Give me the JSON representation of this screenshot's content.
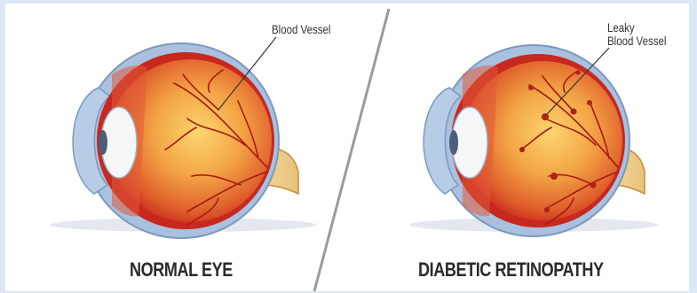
{
  "left_panel": {
    "caption": "NORMAL EYE",
    "callout": "Blood Vessel"
  },
  "right_panel": {
    "caption": "DIABETIC RETINOPATHY",
    "callout_line1": "Leaky",
    "callout_line2": "Blood Vessel"
  },
  "colors": {
    "background": "#dde7f7",
    "sclera": "#9fb8d8",
    "retina_red": "#c8281e",
    "interior_center": "#f7c85e",
    "iris": "#4b5e7a",
    "optic_nerve": "#f0d8a8",
    "vessel": "#a51a14",
    "leak_spot": "#b0201a",
    "divider": "#9a9a9a",
    "caption_text": "#2a2a2a"
  },
  "icons": [
    "normal-eye-illustration",
    "diabetic-eye-illustration"
  ]
}
